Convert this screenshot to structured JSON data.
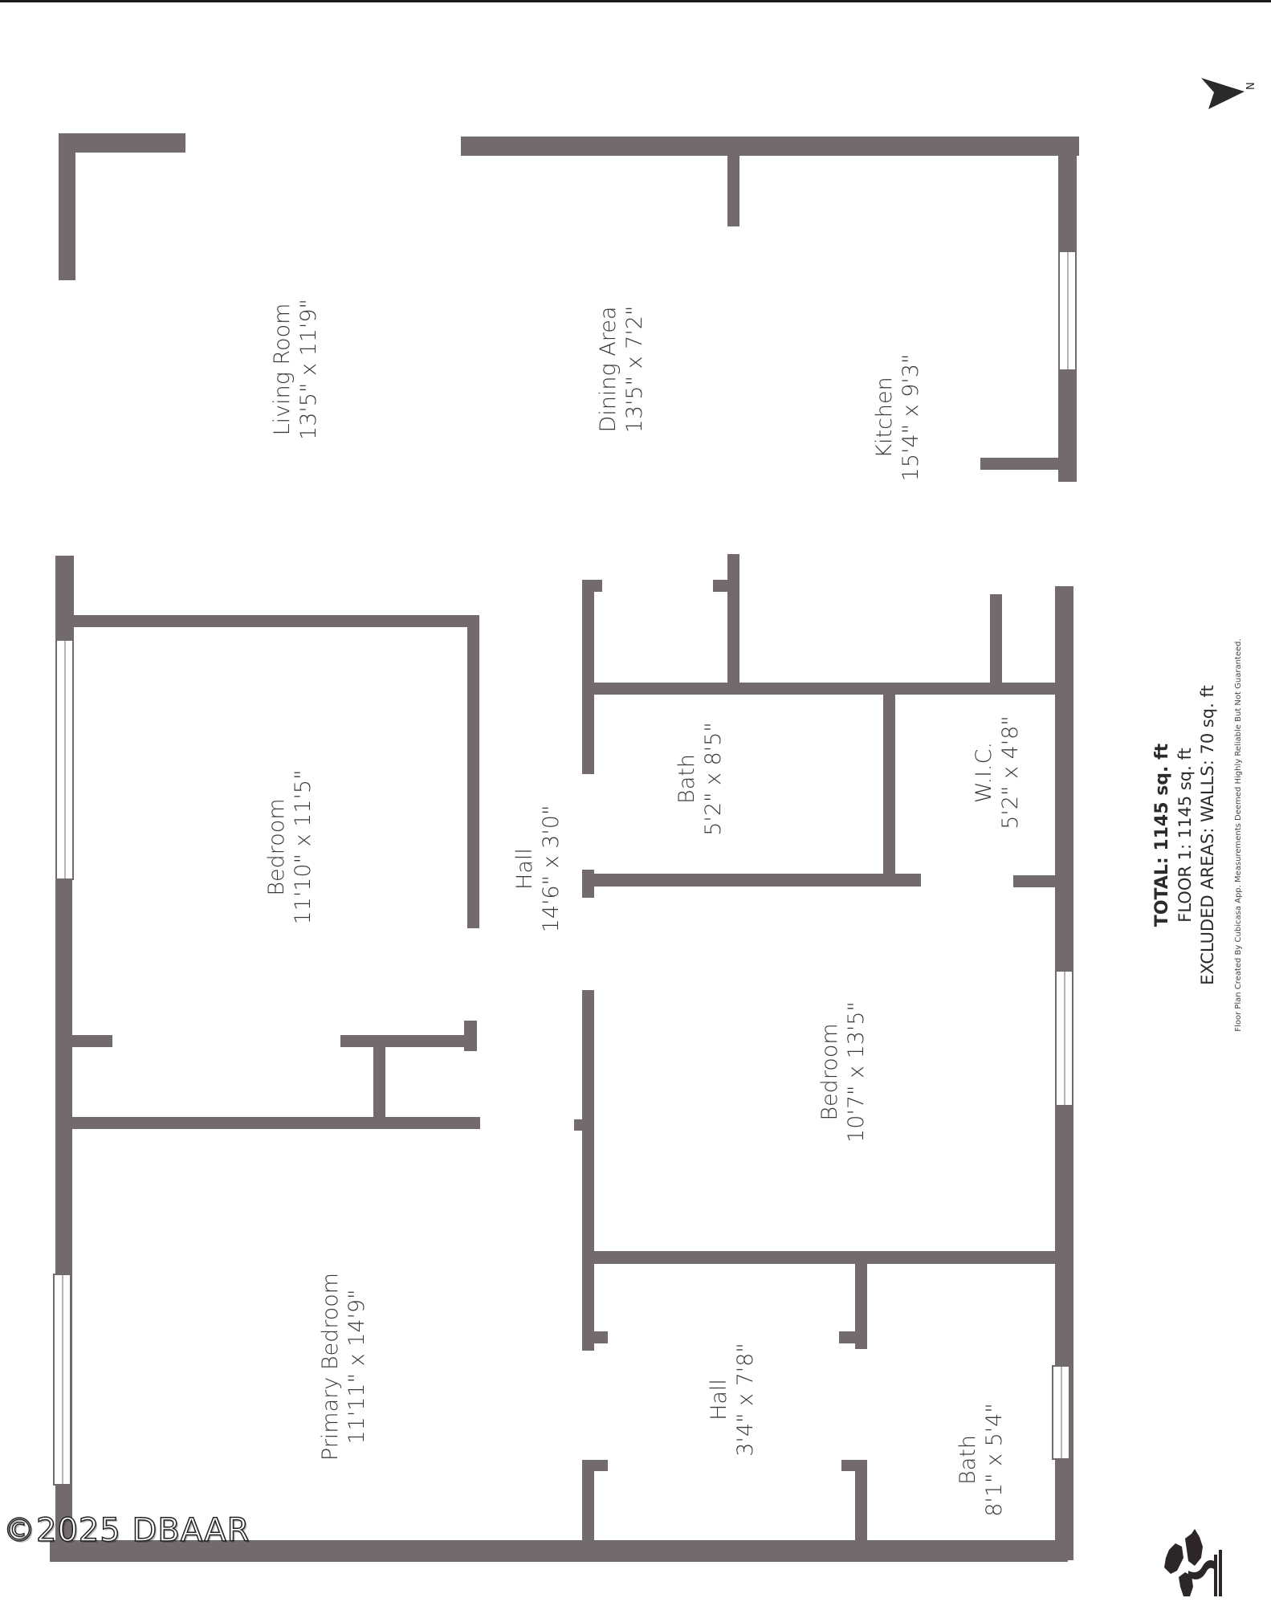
{
  "colors": {
    "wall": "#726a6e",
    "text": "#3a3a3a",
    "background": "#ffffff"
  },
  "compass": {
    "icon": "north-arrow-icon",
    "label": "N"
  },
  "rooms": [
    {
      "name": "Living Room",
      "dims": "13'5\" x 11'9\""
    },
    {
      "name": "Dining Area",
      "dims": "13'5\" x 7'2\""
    },
    {
      "name": "Kitchen",
      "dims": "15'4\" x 9'3\""
    },
    {
      "name": "Bedroom",
      "dims": "11'10\" x 11'5\""
    },
    {
      "name": "Hall",
      "dims": "14'6\" x 3'0\""
    },
    {
      "name": "Bath",
      "dims": "5'2\" x 8'5\""
    },
    {
      "name": "W.I.C.",
      "dims": "5'2\" x 4'8\""
    },
    {
      "name": "Bedroom",
      "dims": "10'7\" x 13'5\""
    },
    {
      "name": "Primary Bedroom",
      "dims": "11'11\" x 14'9\""
    },
    {
      "name": "Hall",
      "dims": "3'4\" x 7'8\""
    },
    {
      "name": "Bath",
      "dims": "8'1\" x 5'4\""
    }
  ],
  "summary": {
    "total": "TOTAL: 1145 sq. ft",
    "floor1": "FLOOR 1: 1145 sq. ft",
    "excluded": "EXCLUDED AREAS: WALLS: 70 sq. ft",
    "disclaimer": "Floor Plan Created By Cubicasa App. Measurements Deemed Highly Reliable But Not Guaranteed."
  },
  "watermark": "©2025 DBAAR",
  "logo": {
    "icon": "bonsai-tree-logo-icon"
  }
}
